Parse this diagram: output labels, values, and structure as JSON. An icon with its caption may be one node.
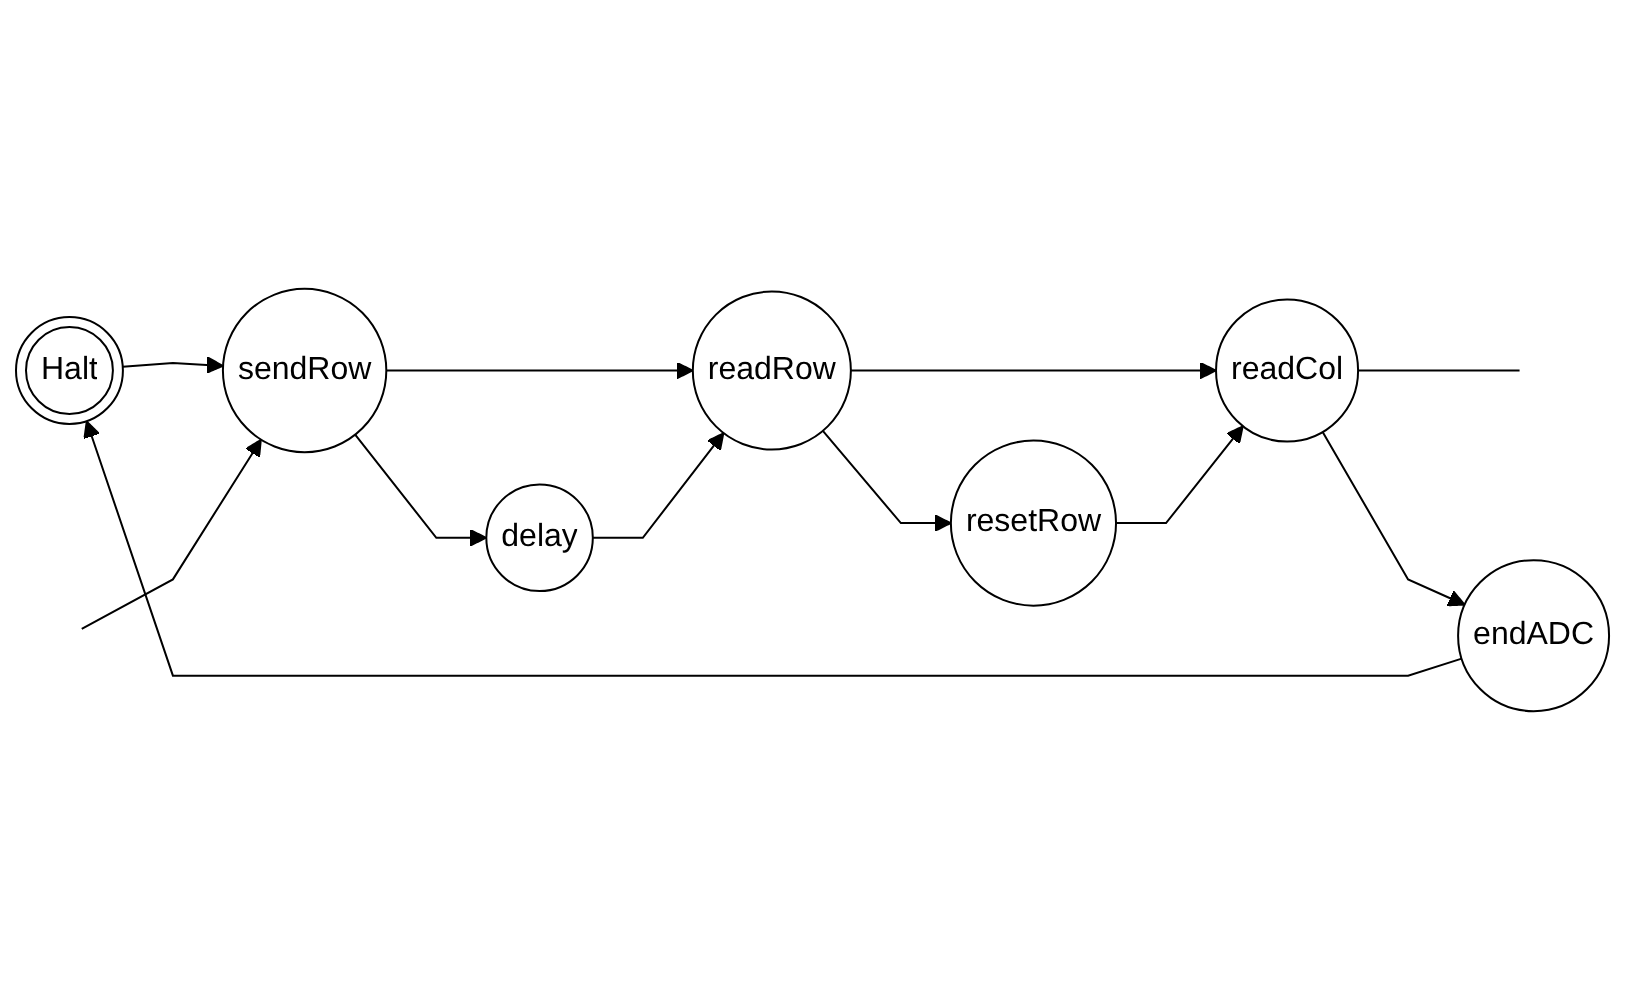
{
  "diagram": {
    "nodes": [
      {
        "text": [
          "Halt"
        ]
      },
      {
        "text": [
          "sendRow"
        ]
      },
      {
        "text": [
          "readRow"
        ]
      },
      {
        "text": [
          "resetRow"
        ]
      },
      {
        "text": [
          "readCol"
        ]
      },
      {
        "text": [
          "endADC"
        ]
      },
      {
        "text": [
          "delay"
        ]
      }
    ],
    "edges": [
      {
        "from": 0,
        "to": 1,
        "arrow": "to"
      },
      {
        "from": 1,
        "to": 2,
        "arrow": "to"
      },
      {
        "from": 2,
        "to": 4,
        "arrow": "to"
      },
      {
        "from": 2,
        "to": 3,
        "arrow": "to"
      },
      {
        "from": 3,
        "to": 4,
        "arrow": "to"
      },
      {
        "from": null,
        "to": 1,
        "arrow": "to"
      },
      {
        "from": 4,
        "to": null,
        "arrow": "none"
      },
      {
        "from": 4,
        "to": 5,
        "arrow": "to"
      },
      {
        "from": 1,
        "to": 6,
        "arrow": "to"
      },
      {
        "from": 6,
        "to": 2,
        "arrow": "to"
      },
      {
        "from": 5,
        "to": 0,
        "arrow": "to"
      }
    ]
  }
}
